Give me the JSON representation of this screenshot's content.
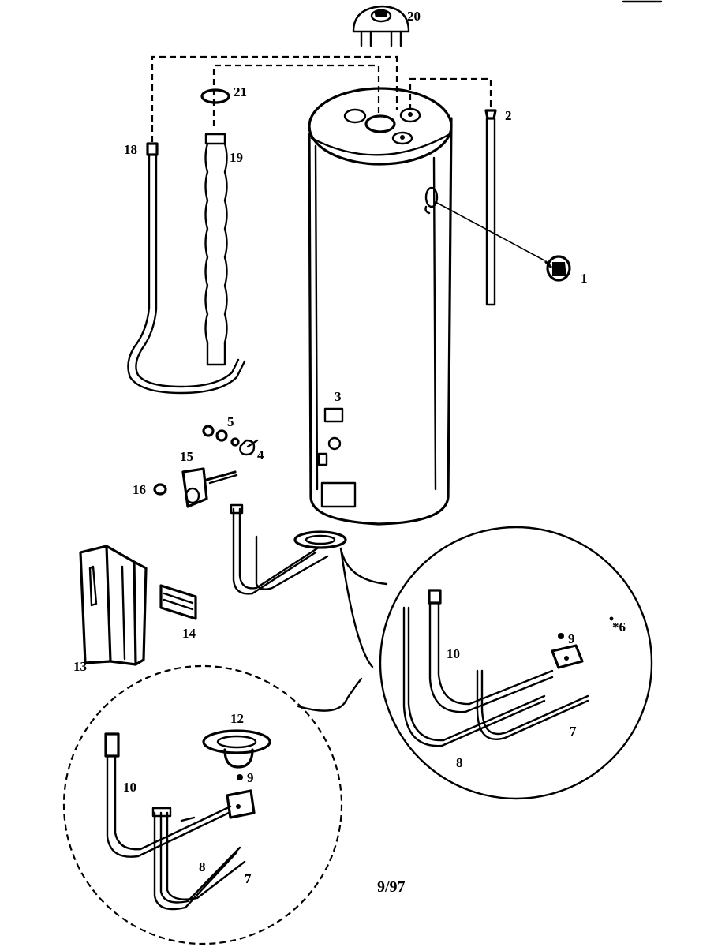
{
  "diagram": {
    "stamp": "9/97",
    "part_labels": {
      "p1": "1",
      "p2": "2",
      "p3": "3",
      "p4": "4",
      "p5": "5",
      "p6": "*6",
      "p7a": "7",
      "p7b": "7",
      "p8a": "8",
      "p8b": "8",
      "p9a": "9",
      "p9b": "9",
      "p10a": "10",
      "p10b": "10",
      "p12": "12",
      "p13": "13",
      "p14": "14",
      "p15": "15",
      "p16": "16",
      "p18": "18",
      "p19": "19",
      "p20": "20",
      "p21": "21"
    },
    "icons": [
      "water-heater-tank",
      "anode-rod",
      "drain-valve",
      "dip-tube",
      "gas-valve",
      "burner-assembly",
      "thermocouple",
      "pilot-tube",
      "outer-door",
      "inner-door"
    ]
  }
}
